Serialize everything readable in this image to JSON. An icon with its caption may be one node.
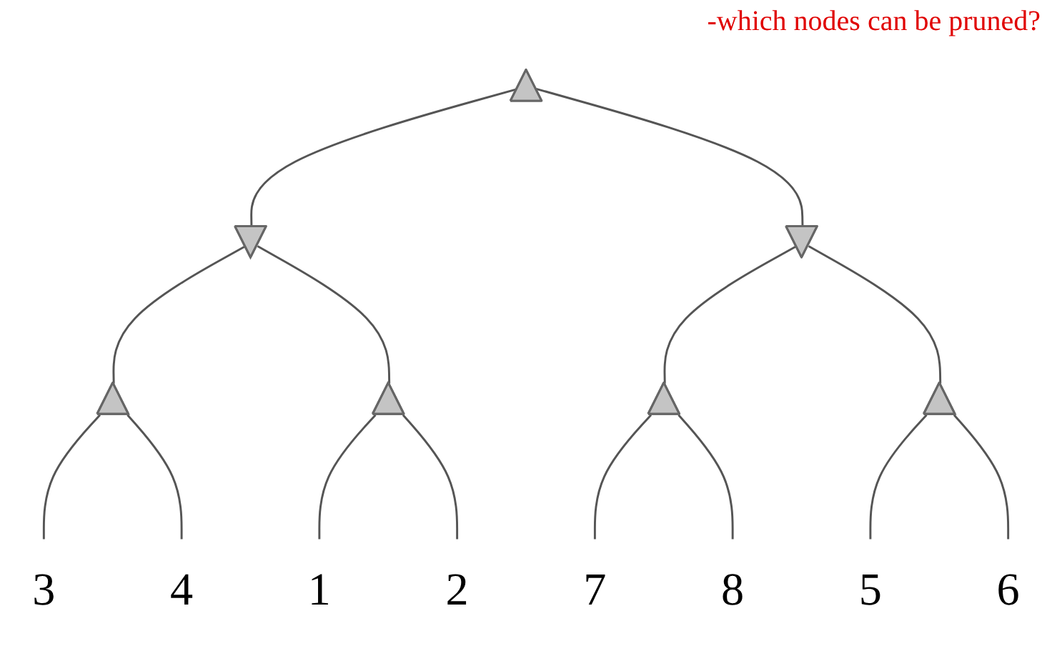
{
  "diagram": {
    "nodes": [
      {
        "text": [],
        "shape": "triangle"
      },
      {
        "text": [],
        "shape": "inverted-triangle"
      },
      {
        "text": [],
        "shape": "inverted-triangle"
      },
      {
        "text": [],
        "shape": "triangle"
      },
      {
        "text": [],
        "shape": "triangle"
      },
      {
        "text": [],
        "shape": "triangle"
      },
      {
        "text": [],
        "shape": "triangle"
      },
      {
        "text": [
          "3"
        ]
      },
      {
        "text": [
          "4"
        ]
      },
      {
        "text": [
          "1"
        ]
      },
      {
        "text": [
          "2"
        ]
      },
      {
        "text": [
          "7"
        ]
      },
      {
        "text": [
          "8"
        ]
      },
      {
        "text": [
          "5"
        ]
      },
      {
        "text": [
          "6"
        ]
      }
    ],
    "edges": [
      {
        "from": 0,
        "to": 1,
        "arrow": "none"
      },
      {
        "from": 0,
        "to": 2,
        "arrow": "none"
      },
      {
        "from": 1,
        "to": 3,
        "arrow": "none"
      },
      {
        "from": 1,
        "to": 4,
        "arrow": "none"
      },
      {
        "from": 2,
        "to": 5,
        "arrow": "none"
      },
      {
        "from": 2,
        "to": 6,
        "arrow": "none"
      },
      {
        "from": 3,
        "to": 7,
        "arrow": "none"
      },
      {
        "from": 3,
        "to": 8,
        "arrow": "none"
      },
      {
        "from": 4,
        "to": 9,
        "arrow": "none"
      },
      {
        "from": 4,
        "to": 10,
        "arrow": "none"
      },
      {
        "from": 5,
        "to": 11,
        "arrow": "none"
      },
      {
        "from": 5,
        "to": 12,
        "arrow": "none"
      },
      {
        "from": 6,
        "to": 13,
        "arrow": "none"
      },
      {
        "from": 6,
        "to": 14,
        "arrow": "none"
      }
    ],
    "labels": [
      "-which nodes can be pruned?"
    ]
  }
}
